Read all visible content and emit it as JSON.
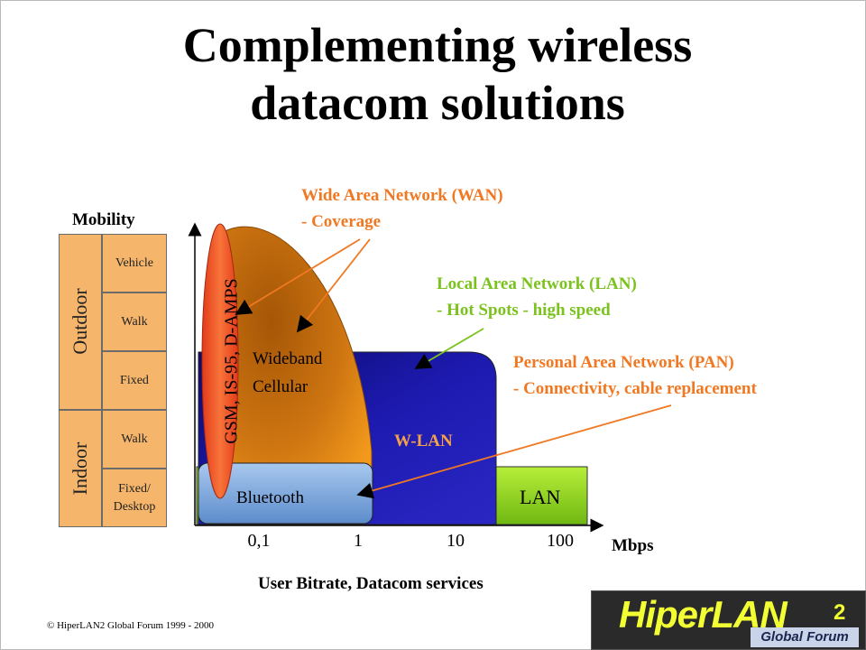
{
  "title": {
    "line1": "Complementing wireless",
    "line2": "datacom solutions"
  },
  "mobility": {
    "title": "Mobility",
    "categories": [
      {
        "label": "Outdoor",
        "levels": [
          {
            "label": "Vehicle"
          },
          {
            "label": "Walk"
          },
          {
            "label": "Fixed"
          }
        ]
      },
      {
        "label": "Indoor",
        "levels": [
          {
            "label": "Walk"
          },
          {
            "label": "Fixed/ Desktop"
          }
        ]
      }
    ]
  },
  "regions": {
    "gsm": "GSM, IS-95, D-AMPS",
    "wideband_line1": "Wideband",
    "wideband_line2": "Cellular",
    "wlan": "W-LAN",
    "lan": "LAN",
    "bluetooth": "Bluetooth"
  },
  "x_axis": {
    "ticks": [
      "0,1",
      "1",
      "10",
      "100"
    ],
    "unit": "Mbps",
    "label": "User Bitrate, Datacom services"
  },
  "annotations": {
    "wan": {
      "line1": "Wide Area Network (WAN)",
      "line2": "- Coverage"
    },
    "lan": {
      "line1": "Local Area Network (LAN)",
      "line2": "- Hot Spots - high speed"
    },
    "pan": {
      "line1": "Personal Area Network (PAN)",
      "line2": "- Connectivity, cable replacement"
    }
  },
  "colors": {
    "wan_text": "#f07822",
    "lan_text": "#7cc21e",
    "pan_text": "#f07822",
    "wlan_fill": "#1d1aa8",
    "lan_fill": "#8fd11e",
    "bluetooth_fill": "#7aa6d8",
    "cellular_fill": "#c86e0c",
    "gsm_fill": "#ef5a2a",
    "mobility_fill": "#f5b66c"
  },
  "footer": {
    "copyright": "© HiperLAN2 Global Forum 1999 - 2000",
    "logo_name": "HiperLAN",
    "logo_number": "2",
    "logo_sub": "Global Forum"
  }
}
